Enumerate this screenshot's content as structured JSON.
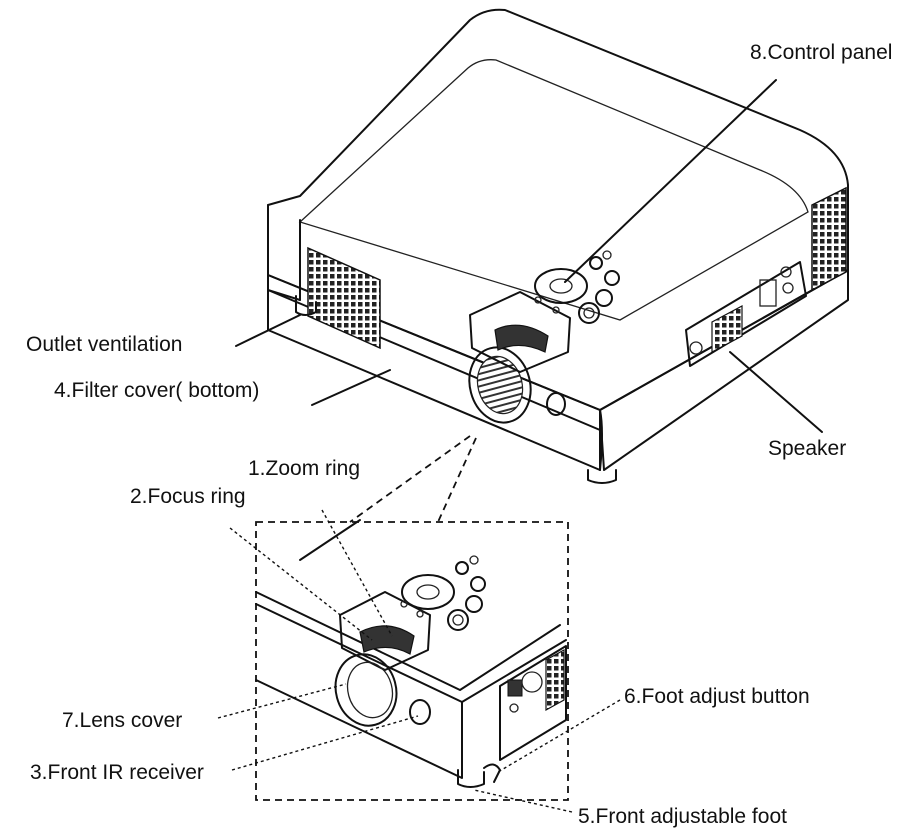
{
  "labels": {
    "control_panel": "8.Control panel",
    "outlet_ventilation": "Outlet ventilation",
    "filter_cover": "4.Filter cover( bottom)",
    "speaker": "Speaker",
    "zoom_ring": "1.Zoom ring",
    "focus_ring": "2.Focus ring",
    "foot_adjust_button": "6.Foot adjust button",
    "lens_cover": "7.Lens cover",
    "front_ir_receiver": "3.Front IR receiver",
    "front_adjustable_foot": "5.Front adjustable foot"
  },
  "colors": {
    "line": "#111111",
    "background": "#ffffff"
  }
}
